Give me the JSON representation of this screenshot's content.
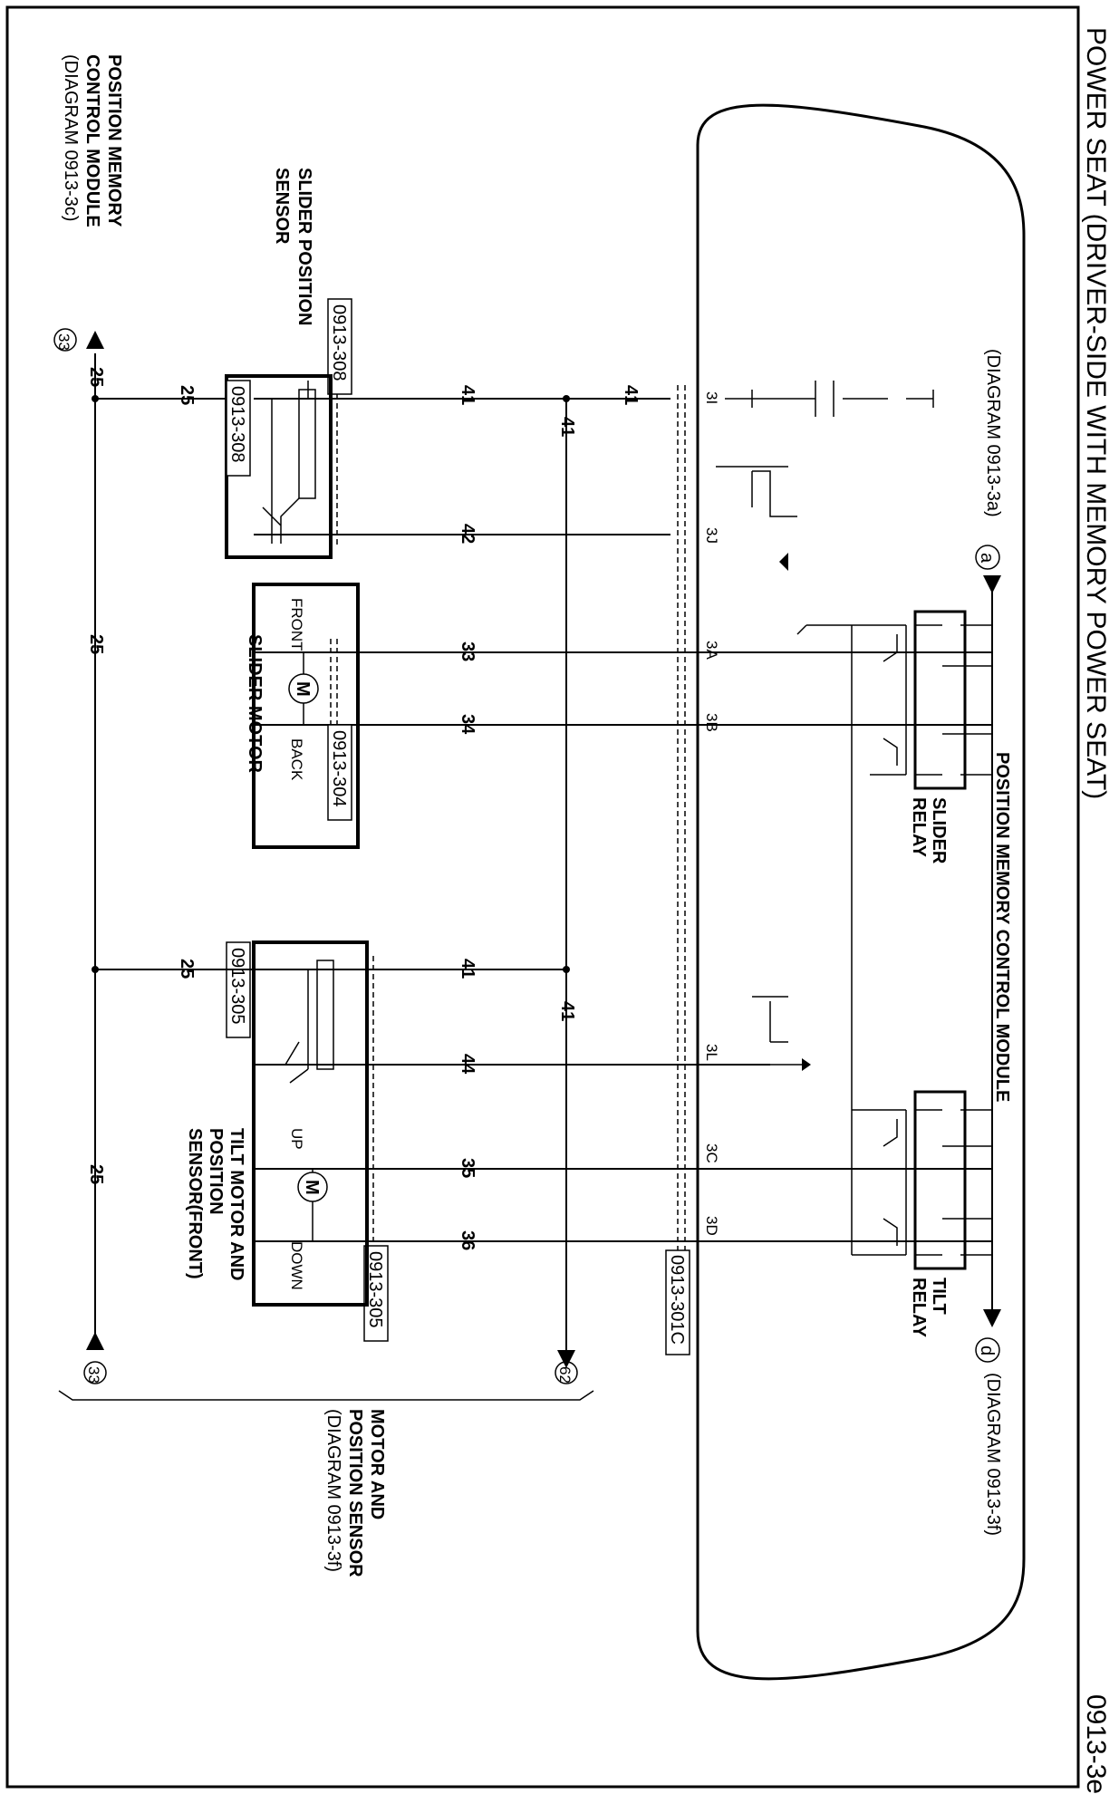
{
  "header": {
    "title": "POWER SEAT (DRIVER-SIDE WITH MEMORY POWER SEAT)",
    "page_code": "0913-3e"
  },
  "module": {
    "name": "POSITION MEMORY CONTROL MODULE",
    "diagram_ref_a": "(DIAGRAM  0913-3a)",
    "marker_a": "a",
    "diagram_ref_d": "(DIAGRAM  0913-3f)",
    "marker_d": "d",
    "connector": "0913-301C",
    "terminals": [
      "3I",
      "3J",
      "3A",
      "3B",
      "3L",
      "3C",
      "3D"
    ]
  },
  "relays": {
    "slider_line1": "SLIDER",
    "slider_line2": "RELAY",
    "tilt_line1": "TILT",
    "tilt_line2": "RELAY"
  },
  "components": {
    "slider_sensor_line1": "SLIDER POSITION",
    "slider_sensor_line2": "SENSOR",
    "slider_sensor_conn_a": "0913-308",
    "slider_sensor_conn_b": "0913-308",
    "slider_motor": "SLIDER MOTOR",
    "slider_motor_front": "FRONT",
    "slider_motor_back": "BACK",
    "slider_motor_conn": "0913-304",
    "motor_symbol": "M",
    "tilt_line1": "TILT MOTOR AND",
    "tilt_line2": "POSITION",
    "tilt_line3": "SENSOR(FRONT)",
    "tilt_up": "UP",
    "tilt_down": "DOWN",
    "tilt_conn_a": "0913-305",
    "tilt_conn_b": "0913-305"
  },
  "wires": {
    "w41": "41",
    "w42": "42",
    "w33": "33",
    "w34": "34",
    "w44": "44",
    "w35": "35",
    "w36": "36",
    "w25": "25"
  },
  "refs": {
    "pmcm_line1": "POSITION MEMORY",
    "pmcm_line2": "CONTROL MODULE",
    "pmcm_line3": "(DIAGRAM  0913-3c)",
    "ground_33": "33",
    "ground_62": "62",
    "motor_line1": "MOTOR AND",
    "motor_line2": "POSITION SENSOR",
    "motor_line3": "(DIAGRAM  0913-3f)"
  }
}
